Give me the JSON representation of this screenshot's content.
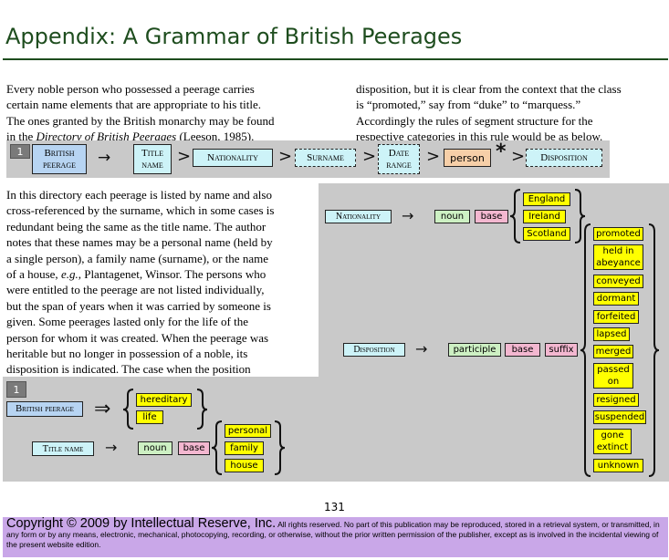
{
  "page": {
    "title": "Appendix: A Grammar of British Peerages",
    "page_number": "131"
  },
  "intro": {
    "left_before": "Every noble person who possessed a peerage carries\ncertain name elements that are appropriate to his title.\nThe ones granted by the British monarchy may be found\nin the ",
    "left_ref": "Directory of British Peerages",
    "left_after": " (Leeson, 1985).",
    "right": "disposition, but it is clear from the context that the class\nis “promoted,” say from “duke” to “marquess.”\nAccordingly the rules of segment structure for the\nrespective categories in this rule would be as below."
  },
  "rule": {
    "number": "1",
    "head": "British peerage",
    "arrow": "→",
    "elements": [
      "Title name",
      "Nationality",
      "Surname",
      "Date range",
      "person",
      "Disposition"
    ],
    "separators": [
      ">",
      ">",
      ">",
      ">",
      "*",
      ">"
    ]
  },
  "body": {
    "before": "In this directory each peerage is listed by name and also\ncross-referenced by the surname, which in some cases is\nredundant being the same as the title name.  The author\nnotes that these names may be a personal name (held by\na single person), a family name (surname), or the name\nof a house, ",
    "eg": "e.g.",
    "after": ", Plantagenet, Winsor.  The persons who\nwere entitled to the peerage are not listed individually,\nbut the span of years when it was carried by someone is\ngiven.  Some peerages lasted only for the life of the\nperson for whom it was created.  When the peerage was\nheritable but no longer in possession of a noble, its\ndisposition is indicated.  The case when the position\n(rank) of the noble changes, the author gives no"
  },
  "rule_left": {
    "number": "1",
    "head": "British peerage",
    "double_arrow": "⇒",
    "options": [
      "hereditary",
      "life"
    ],
    "title_name": {
      "label": "Title name",
      "arrow": "→",
      "parts": [
        "noun",
        "base"
      ],
      "options": [
        "personal",
        "family",
        "house"
      ]
    }
  },
  "rule_right": {
    "nationality": {
      "label": "Nationality",
      "arrow": "→",
      "parts": [
        "noun",
        "base"
      ],
      "options": [
        "England",
        "Ireland",
        "Scotland"
      ]
    },
    "disposition": {
      "label": "Disposition",
      "arrow": "→",
      "parts": [
        "participle",
        "base",
        "suffix"
      ],
      "options": [
        "promoted",
        "held in abeyance",
        "conveyed",
        "dormant",
        "forfeited",
        "lapsed",
        "merged",
        "passed on",
        "resigned",
        "suspended",
        "gone extinct",
        "unknown"
      ]
    }
  },
  "footer": {
    "copyright": "Copyright © 2009 by Intellectual Reserve, Inc.",
    "rights": "  All rights reserved.  No part of this publication may be reproduced, stored in a retrieval system, or transmitted, in any form or by any means, electronic, mechanical, photocopying, recording, or otherwise, without the prior written permission of the publisher, except as is involved in the incidental viewing of the present website edition."
  },
  "colors": {
    "title_green": "#1e4d1e",
    "diagram_gray": "#c9c9c9",
    "cyan_box": "#cdf3f8",
    "blue_box": "#b7d4f2",
    "peach_box": "#f6cfa8",
    "green_box": "#cdf0c3",
    "pink_box": "#f3b7d0",
    "yellow_box": "#ffff00",
    "footer_purple": "#c9a7e8"
  }
}
